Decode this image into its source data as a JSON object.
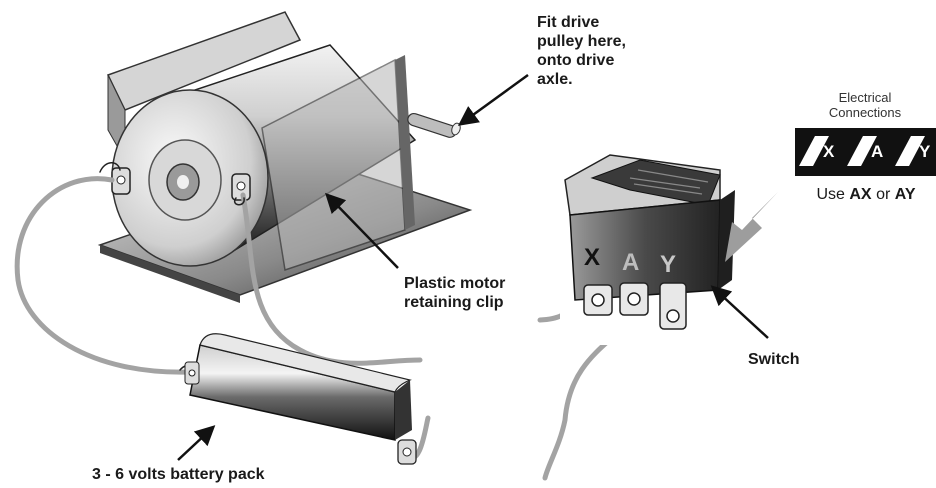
{
  "labels": {
    "drive_pulley": [
      "Fit drive",
      "pulley here,",
      "onto drive",
      "axle."
    ],
    "retaining_clip": [
      "Plastic motor",
      "retaining clip"
    ],
    "battery_pack": "3 - 6 volts battery pack",
    "switch": "Switch"
  },
  "switch_terminals": [
    "X",
    "A",
    "Y"
  ],
  "legend": {
    "title": "Electrical Connections",
    "terminals": [
      "X",
      "A",
      "Y"
    ],
    "use_prefix": "Use",
    "option_1": "AX",
    "or": "or",
    "option_2": "AY"
  },
  "colors": {
    "wire": "#a3a3a3",
    "metal_dark": "#2b2b2b",
    "metal_mid": "#777777",
    "metal_light": "#e6e6e6",
    "pointer_arrow": "#9d9d9d"
  }
}
